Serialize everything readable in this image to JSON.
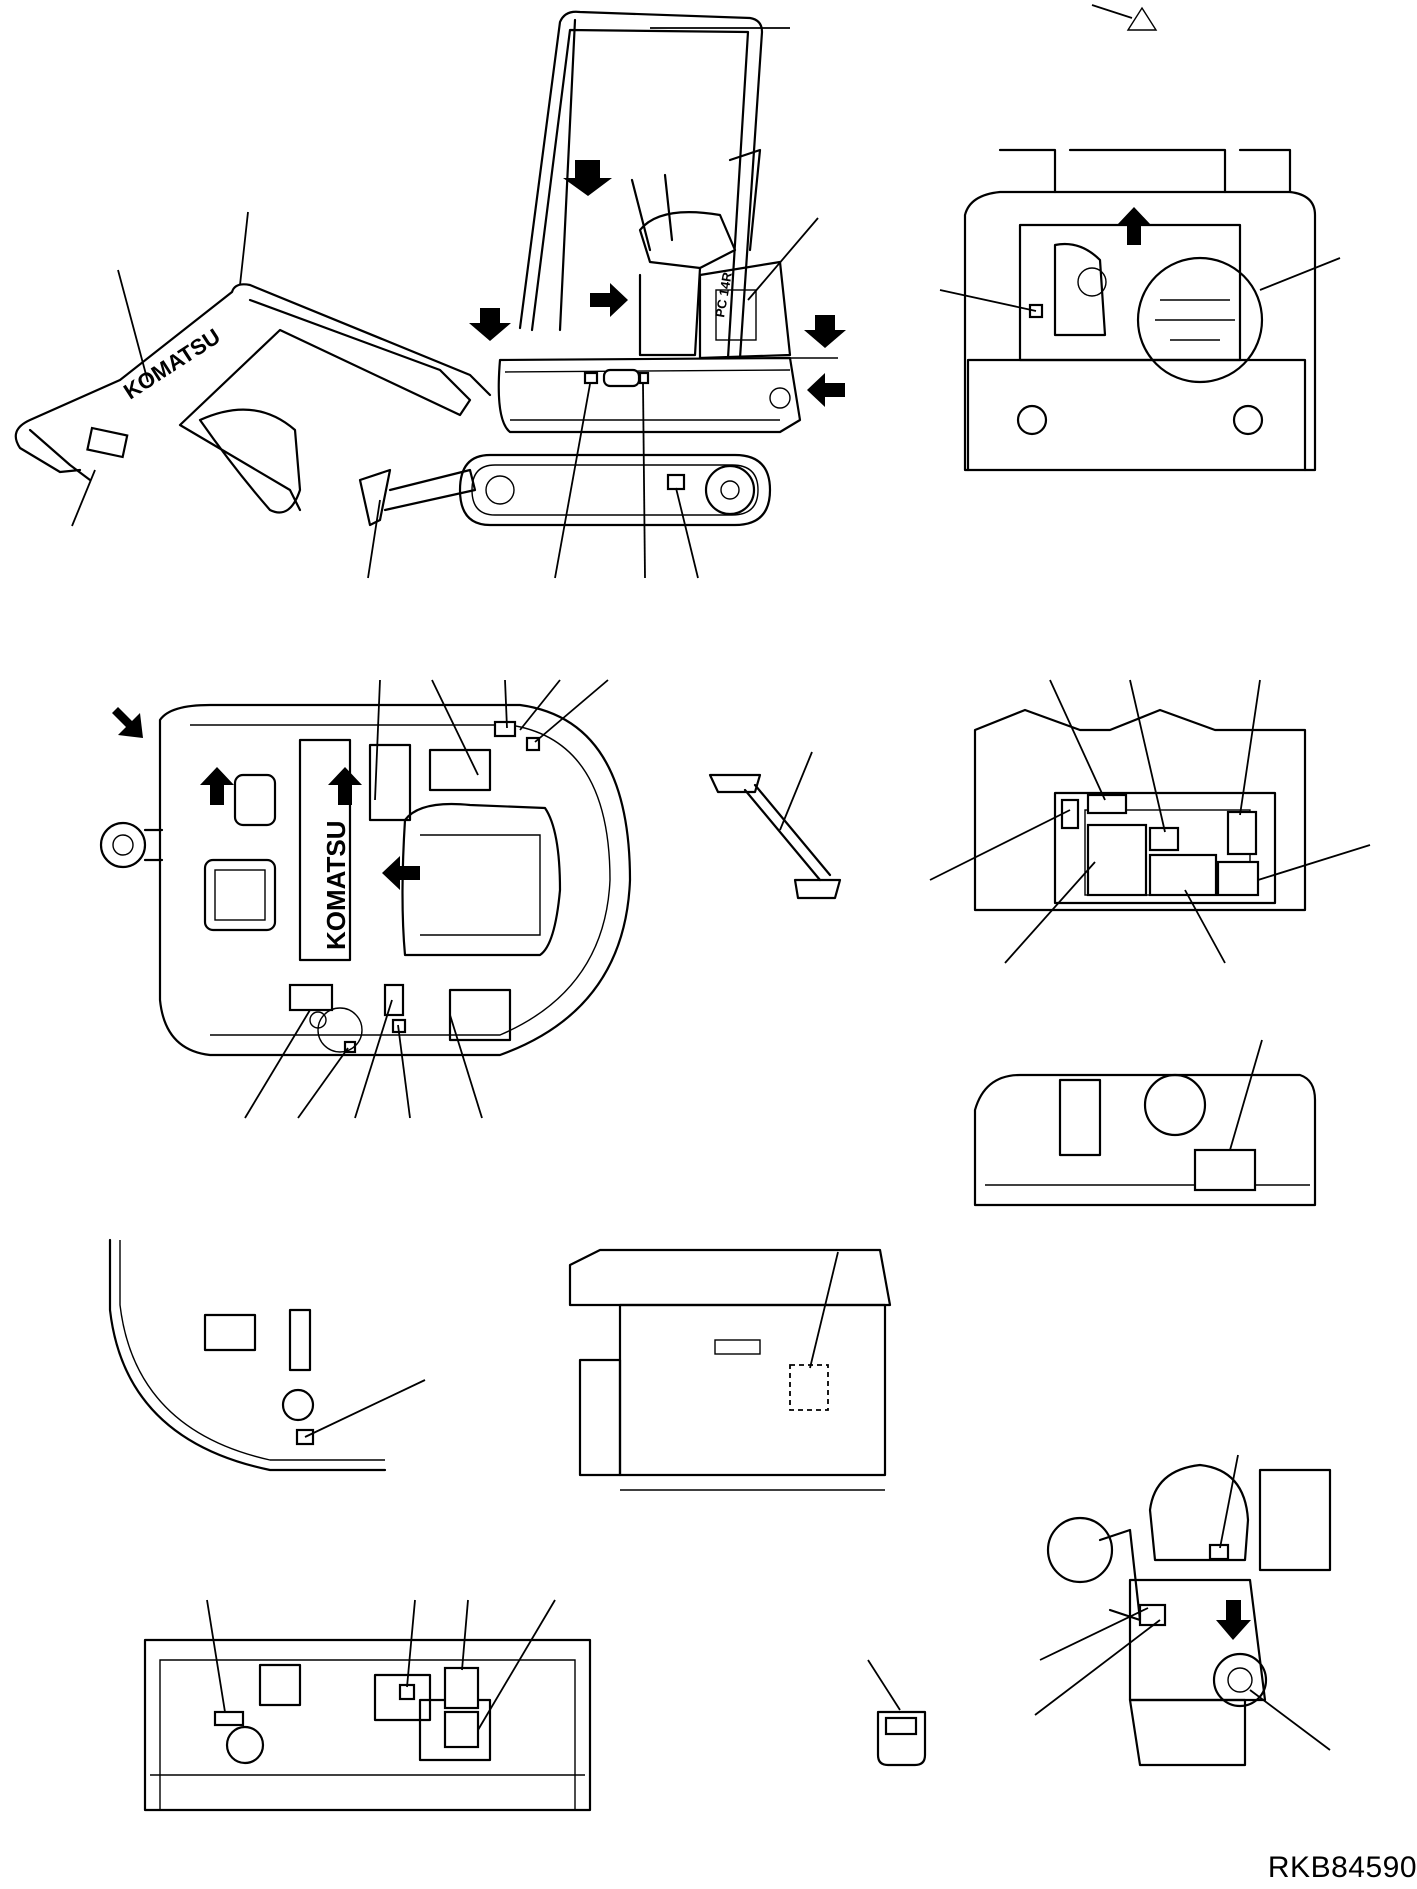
{
  "diagram": {
    "reference_code": "RKB84590",
    "brand_logo": "KOMATSU",
    "model_badge": "PC 14R",
    "revision_mark": "△",
    "views": [
      "machine-side-view",
      "machine-rear-view",
      "machine-top-view",
      "damper-part-view",
      "operator-panel-view",
      "cover-side-view",
      "floor-corner-view",
      "tank-cover-view",
      "engine-view",
      "counterweight-rear-view",
      "small-part-view"
    ]
  }
}
